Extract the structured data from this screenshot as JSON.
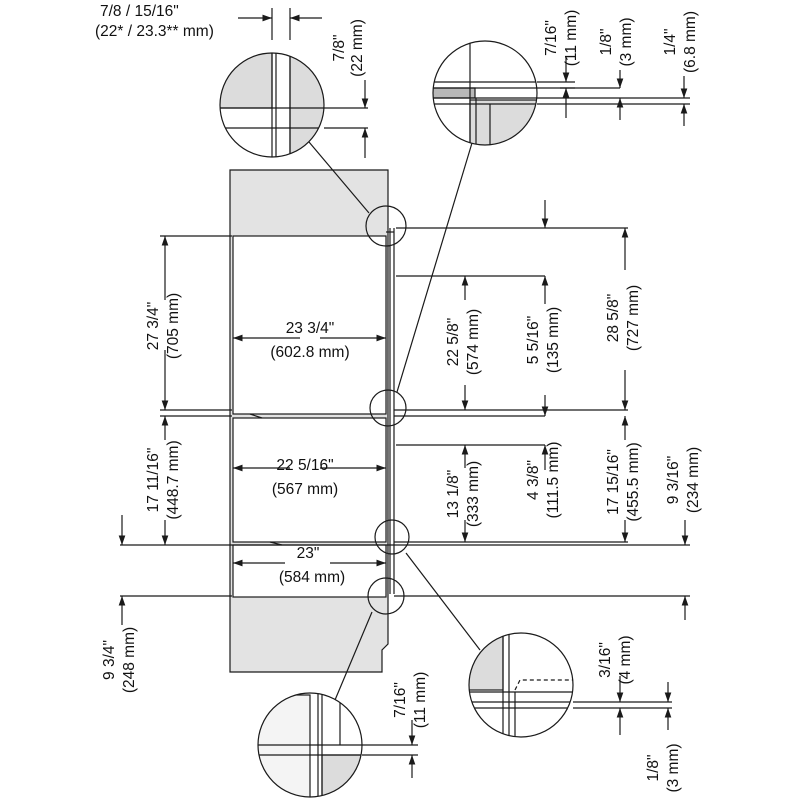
{
  "colors": {
    "line": "#1a1a1a",
    "cabinet_fill": "#e3e3e3",
    "detail_fill": "#dcdcdc",
    "background": "#ffffff"
  },
  "labels": {
    "top_gap_in": "7/8 / 15/16\"",
    "top_gap_mm": "(22* / 23.3** mm)",
    "d1_in": "7/8\"",
    "d1_mm": "(22 mm)",
    "d2a_in": "7/16\"",
    "d2a_mm": "(11 mm)",
    "d2b_in": "1/8\"",
    "d2b_mm": "(3 mm)",
    "d2c_in": "1/4\"",
    "d2c_mm": "(6.8 mm)",
    "upper_height_in": "27 3/4\"",
    "upper_height_mm": "(705 mm)",
    "upper_width_in": "23 3/4\"",
    "upper_width_mm": "(602.8 mm)",
    "upper_inner_in": "22 5/8\"",
    "upper_inner_mm": "(574 mm)",
    "upper_offset_in": "5 5/16\"",
    "upper_offset_mm": "(135 mm)",
    "upper_total_in": "28 5/8\"",
    "upper_total_mm": "(727 mm)",
    "lower_height_in": "17 11/16\"",
    "lower_height_mm": "(448.7 mm)",
    "lower_width_in": "22 5/16\"",
    "lower_width_mm": "(567 mm)",
    "lower_inner_in": "13 1/8\"",
    "lower_inner_mm": "(333 mm)",
    "lower_offset_in": "4 3/8\"",
    "lower_offset_mm": "(111.5 mm)",
    "lower_total_in": "17 15/16\"",
    "lower_total_mm": "(455.5 mm)",
    "drawer_in": "9 3/16\"",
    "drawer_mm": "(234 mm)",
    "bottom_width_in": "23\"",
    "bottom_width_mm": "(584 mm)",
    "bottom_height_in": "9 3/4\"",
    "bottom_height_mm": "(248 mm)",
    "d3_in": "3/16\"",
    "d3_mm": "(4 mm)",
    "d4_in": "1/8\"",
    "d4_mm": "(3 mm)",
    "d5_in": "7/16\"",
    "d5_mm": "(11 mm)"
  }
}
